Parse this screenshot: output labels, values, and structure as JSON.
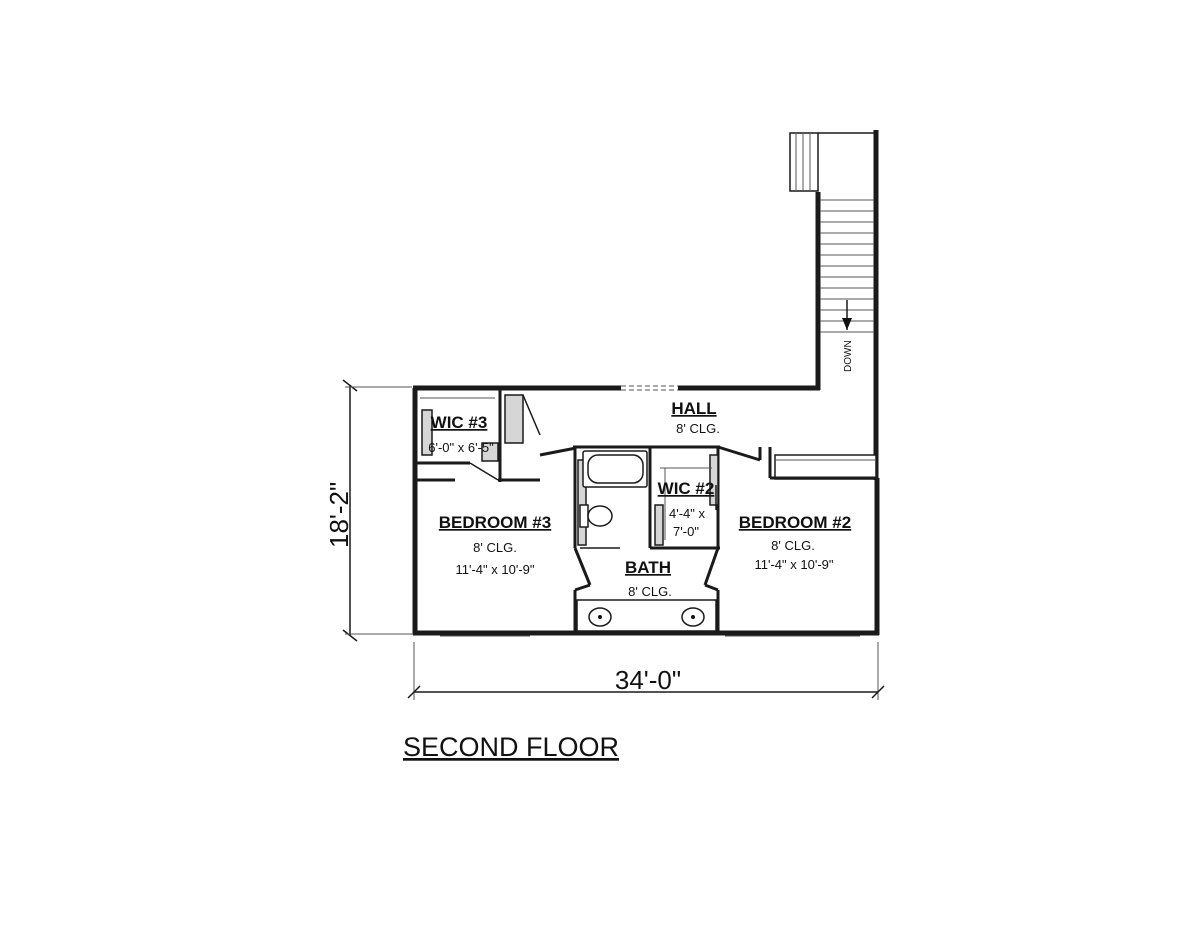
{
  "title": "SECOND FLOOR",
  "dimensions": {
    "width": "34'-0\"",
    "depth": "18'-2\""
  },
  "stair_label": "DOWN",
  "rooms": {
    "hall": {
      "name": "HALL",
      "ceiling": "8' CLG."
    },
    "wic3": {
      "name": "WIC #3",
      "size": "6'-0\" x 6'-5\""
    },
    "wic2": {
      "name": "WIC #2",
      "size_line1": "4'-4\" x",
      "size_line2": "7'-0\""
    },
    "bedroom3": {
      "name": "BEDROOM #3",
      "ceiling": "8' CLG.",
      "size": "11'-4\" x 10'-9\""
    },
    "bedroom2": {
      "name": "BEDROOM #2",
      "ceiling": "8' CLG.",
      "size": "11'-4\" x 10'-9\""
    },
    "bath": {
      "name": "BATH",
      "ceiling": "8' CLG."
    }
  }
}
